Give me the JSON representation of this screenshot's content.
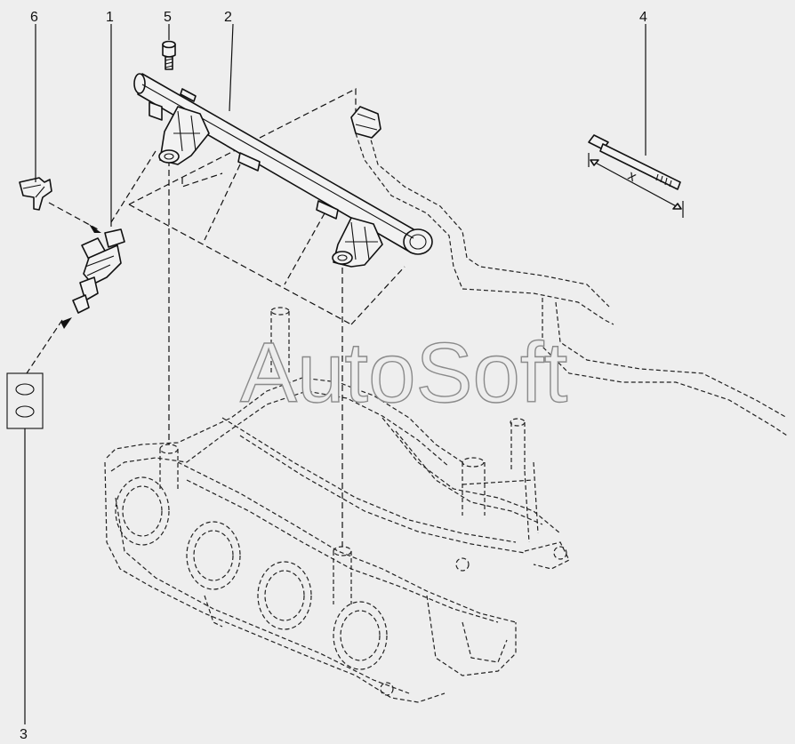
{
  "callouts": [
    {
      "label": "6"
    },
    {
      "label": "1"
    },
    {
      "label": "5"
    },
    {
      "label": "2"
    },
    {
      "label": "4"
    },
    {
      "label": "3"
    }
  ],
  "watermark": "AutoSoft",
  "dimension_label": "x",
  "colors": {
    "background": "#eeeeee",
    "line": "#111111",
    "watermark_stroke": "#8a8a8a"
  }
}
